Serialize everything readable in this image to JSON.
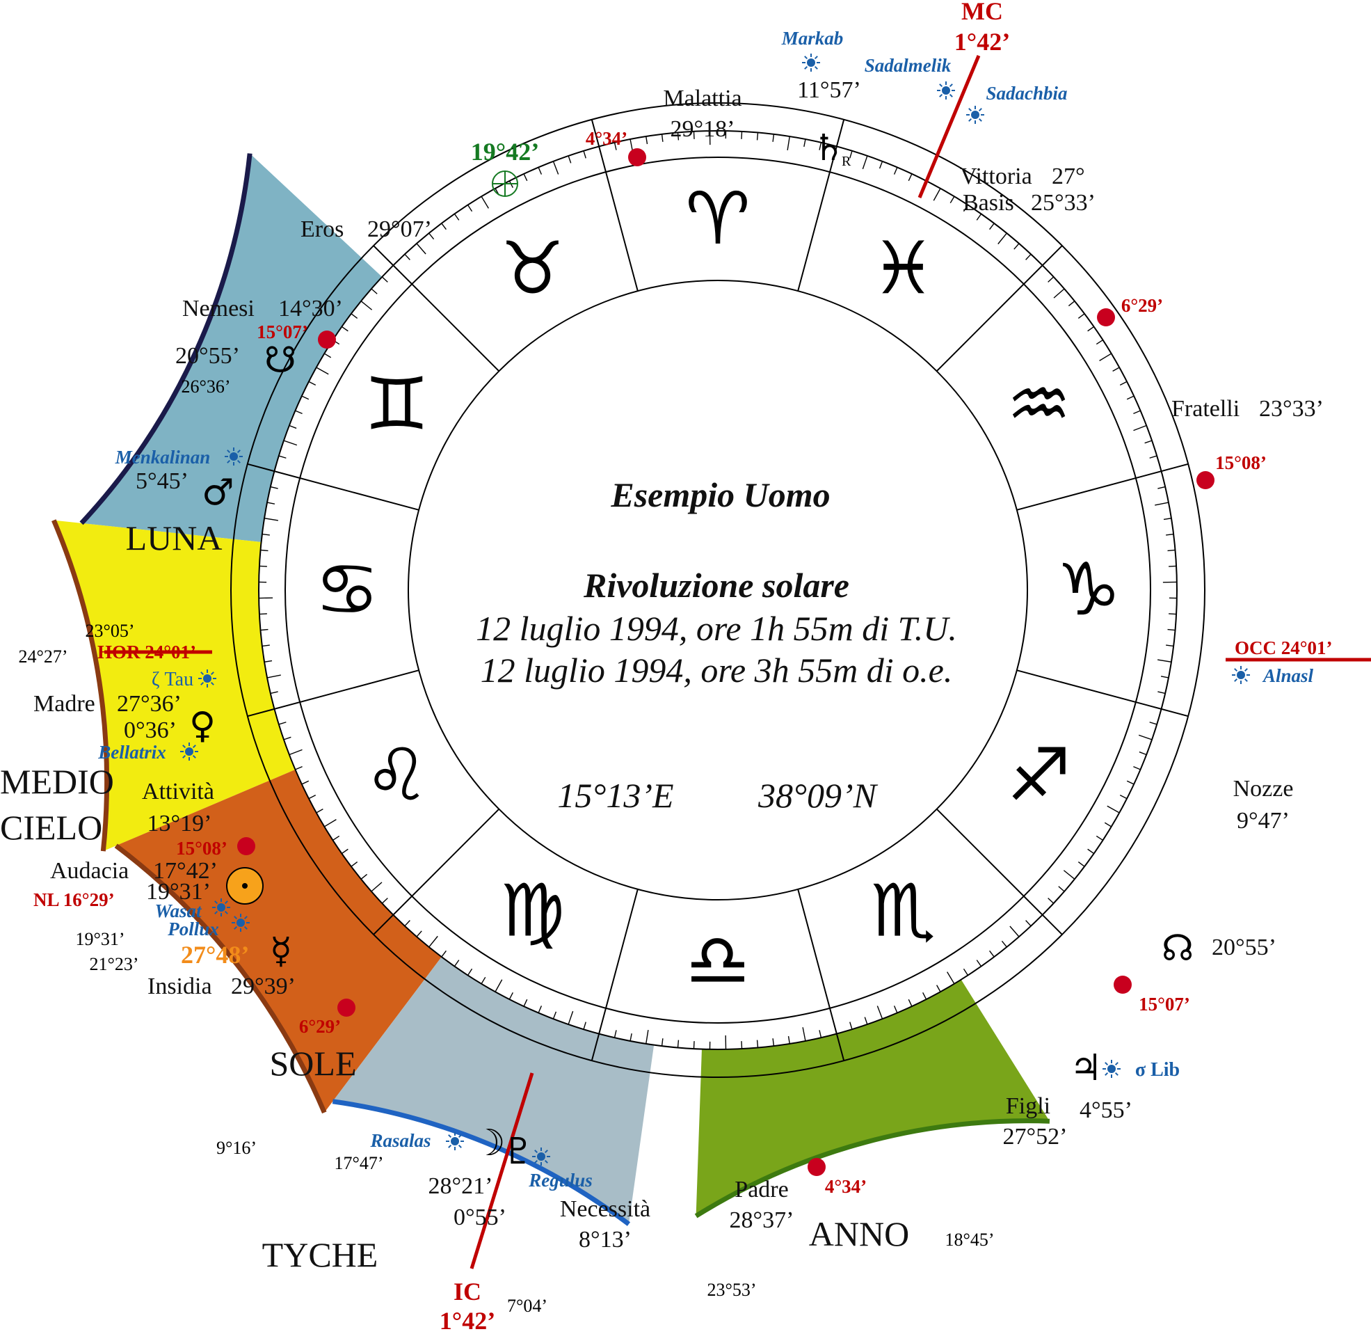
{
  "center": {
    "title": "Esempio Uomo",
    "subtitle": "Rivoluzione solare",
    "line1": "12 luglio 1994, ore 1h 55m di T.U.",
    "line2": "12 luglio 1994, ore 3h 55m di o.e.",
    "longitude": "15°13’E",
    "latitude": "38°09’N"
  },
  "zodiac": [
    {
      "name": "aries-symbol",
      "glyph": "♈"
    },
    {
      "name": "pisces-symbol",
      "glyph": "♓"
    },
    {
      "name": "aquarius-symbol",
      "glyph": "♒"
    },
    {
      "name": "capricorn-symbol",
      "glyph": "♑"
    },
    {
      "name": "sagittarius-symbol",
      "glyph": "♐"
    },
    {
      "name": "scorpio-symbol",
      "glyph": "♏"
    },
    {
      "name": "libra-symbol",
      "glyph": "♎"
    },
    {
      "name": "virgo-symbol",
      "glyph": "♍"
    },
    {
      "name": "leo-symbol",
      "glyph": "♌"
    },
    {
      "name": "cancer-symbol",
      "glyph": "♋"
    },
    {
      "name": "gemini-symbol",
      "glyph": "♊"
    },
    {
      "name": "taurus-symbol",
      "glyph": "♉"
    }
  ],
  "axes": {
    "mc": {
      "label": "MC",
      "degree": "1°42’"
    },
    "ic": {
      "label": "IC",
      "degree": "1°42’"
    },
    "hor": "HOR 24°01’",
    "occ": "OCC 24°01’"
  },
  "sectors": {
    "luna": "LUNA",
    "medio_cielo_1": "MEDIO",
    "medio_cielo_2": "CIELO",
    "sole": "SOLE",
    "tyche": "TYCHE",
    "anno": "ANNO"
  },
  "colors": {
    "luna": "#7fb3c4",
    "yellow": "#f2ec10",
    "sole": "#d2601a",
    "tyche": "#a8bdc7",
    "anno": "#79a51a",
    "axis": "#c00000",
    "star": "#1a5fa8"
  },
  "lots": [
    {
      "name": "Malattia",
      "degree": "29°18’"
    },
    {
      "name": "Eros",
      "degree": "29°07’"
    },
    {
      "name": "Nemesi",
      "degree": "14°30’"
    },
    {
      "name": "Vittoria",
      "degree": "27°"
    },
    {
      "name": "Basis",
      "degree": "25°33’"
    },
    {
      "name": "Fratelli",
      "degree": "23°33’"
    },
    {
      "name": "Nozze",
      "degree": "9°47’"
    },
    {
      "name": "Figli",
      "degree": "27°52’"
    },
    {
      "name": "Padre",
      "degree": "28°37’"
    },
    {
      "name": "Necessità",
      "degree": "8°13’"
    },
    {
      "name": "Insidia",
      "degree": "29°39’"
    },
    {
      "name": "Audacia",
      "degree": "17°42’"
    },
    {
      "name": "Attività",
      "degree": "13°19’"
    },
    {
      "name": "Madre",
      "degree": "27°36’"
    }
  ],
  "stars": [
    "Markab",
    "Sadalmelik",
    "Sadachbia",
    "Menkalinan",
    "ζ Tau",
    "Bellatrix",
    "Wasat",
    "Pollux",
    "Rasalas",
    "Regulus",
    "Alnasl",
    "σ Lib"
  ],
  "planets": {
    "saturn": {
      "degree": "11°57’",
      "retro": "R",
      "glyph": "♄"
    },
    "fortune": {
      "degree": "19°42’",
      "glyph": "⊕"
    },
    "south_node": {
      "degree": "20°55’",
      "glyph": "☋"
    },
    "north_node": {
      "degree": "20°55’",
      "glyph": "☊"
    },
    "mars": {
      "degree": "5°45’",
      "glyph": "♂"
    },
    "venus": {
      "degree": "0°36’",
      "glyph": "♀"
    },
    "sun": {
      "degree": "19°31’",
      "glyph": "☉"
    },
    "mercury": {
      "degree": "27°48’",
      "glyph": "☿"
    },
    "moon": {
      "degree": "28°21’",
      "glyph": "☽"
    },
    "pluto": {
      "degree": "0°55’",
      "glyph": "♇"
    },
    "jupiter": {
      "degree": "4°55’",
      "glyph": "♃"
    }
  },
  "red_markers": [
    "4°34’",
    "15°07’",
    "6°29’",
    "15°08’",
    "15°08’",
    "15°07’",
    "6°29’",
    "4°34’"
  ],
  "nl": "NL 16°29’",
  "small_degrees": [
    "26°36’",
    "23°05’",
    "24°27’",
    "19°31’",
    "21°23’",
    "9°16’",
    "17°47’",
    "7°04’",
    "23°53’",
    "18°45’"
  ]
}
